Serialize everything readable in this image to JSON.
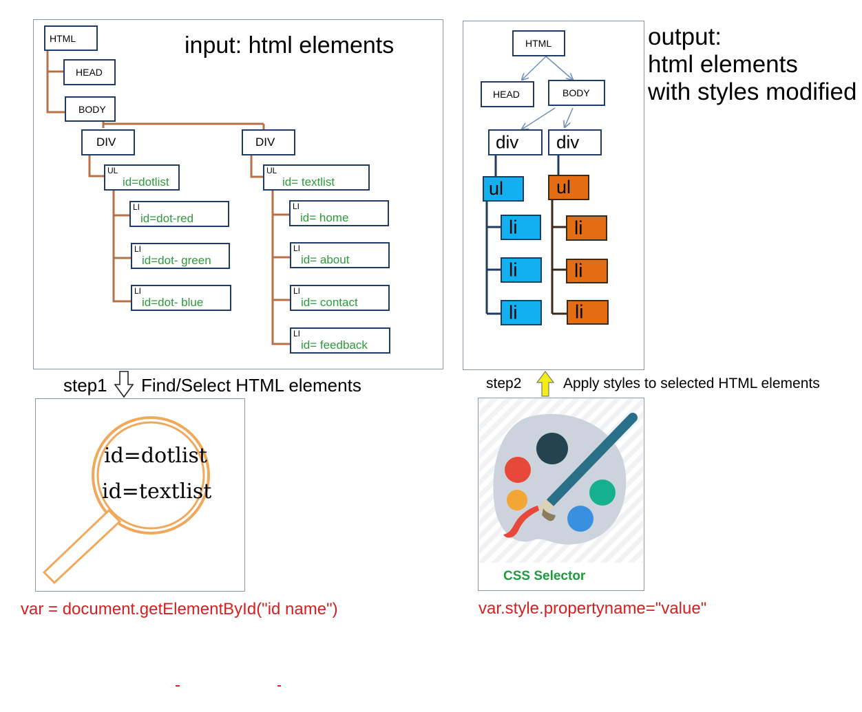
{
  "input_panel": {
    "title": "input: html elements",
    "html": "HTML",
    "head": "HEAD",
    "body": "BODY",
    "div_left": "DIV",
    "div_right": "DIV",
    "ul_left": {
      "tag": "UL",
      "id": "id=dotlist"
    },
    "ul_right": {
      "tag": "UL",
      "id": "id= textlist"
    },
    "li_left": [
      {
        "tag": "LI",
        "id": "id=dot-red"
      },
      {
        "tag": "LI",
        "id": "id=dot- green"
      },
      {
        "tag": "LI",
        "id": "id=dot- blue"
      }
    ],
    "li_right": [
      {
        "tag": "LI",
        "id": "id= home"
      },
      {
        "tag": "LI",
        "id": "id= about"
      },
      {
        "tag": "LI",
        "id": "id= contact"
      },
      {
        "tag": "LI",
        "id": "id= feedback"
      }
    ]
  },
  "output_panel": {
    "title_lines": [
      "output:",
      "html elements",
      "with styles modified"
    ],
    "html": "HTML",
    "head": "HEAD",
    "body": "BODY",
    "div_left": "div",
    "div_right": "div",
    "ul_left": "ul",
    "ul_right": "ul",
    "li_left": [
      "li",
      "li",
      "li"
    ],
    "li_right": [
      "li",
      "li",
      "li"
    ],
    "colors": {
      "left": "#12b0ef",
      "right": "#e36d12"
    }
  },
  "step1": {
    "label": "step1",
    "text": "Find/Select HTML elements",
    "lens_lines": [
      "id=dotlist",
      "id=textlist"
    ],
    "code": "var =  document.getElementById(\"id name\")"
  },
  "step2": {
    "label": "step2",
    "text": "Apply styles to selected HTML elements",
    "icon_caption": "CSS Selector",
    "code": "var.style.propertyname=\"value\""
  },
  "palette": {
    "colors": [
      "#22434f",
      "#e8483a",
      "#f2a634",
      "#17b08e",
      "#3a90e0"
    ]
  }
}
